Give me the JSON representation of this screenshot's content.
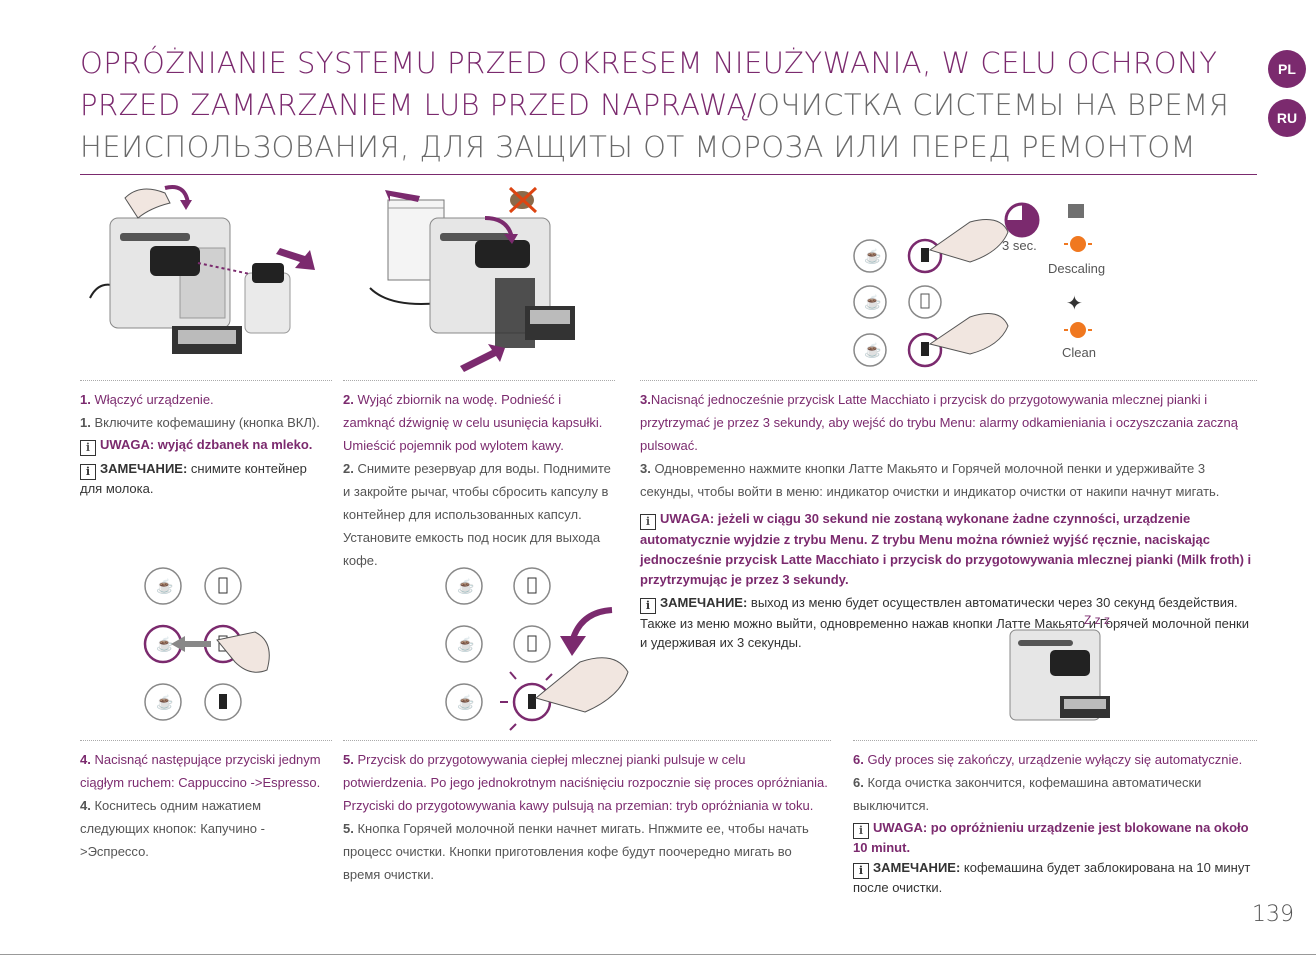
{
  "header": {
    "title_pl": "OPRÓŻNIANIE SYSTEMU PRZED OKRESEM NIEUŻYWANIA, W CELU OCHRONY PRZED ZAMARZANIEM LUB PRZED NAPRAWĄ/",
    "title_ru": "ОЧИСТКА СИСТЕМЫ НА ВРЕМЯ НЕИСПОЛЬЗОВАНИЯ, ДЛЯ ЗАЩИТЫ ОТ МОРОЗА ИЛИ ПЕРЕД РЕМОНТОМ",
    "badge_pl": "PL",
    "badge_ru": "RU"
  },
  "figures": {
    "timer_label": "3 sec.",
    "descaling_label": "Descaling",
    "clean_label": "Clean",
    "sleep_label": "Z z z"
  },
  "steps": {
    "s1": {
      "num_pl": "1.",
      "pl": " Włączyć urządzenie.",
      "num_ru": "1.",
      "ru": " Включите кофемашину (кнопка ВКЛ).",
      "warn_pl_label": "UWAGA:",
      "warn_pl": " wyjąć dzbanek na mleko.",
      "warn_ru_label": "ЗАМЕЧАНИЕ:",
      "warn_ru": " снимите контейнер для молока."
    },
    "s2": {
      "num_pl": "2.",
      "pl": " Wyjąć zbiornik na wodę. Podnieść i zamknąć dźwignię w celu usunięcia kapsułki. Umieścić pojemnik pod wylotem kawy.",
      "num_ru": "2.",
      "ru": " Снимите резервуар для воды. Поднимите и закройте рычаг, чтобы сбросить капсулу в контейнер для использованных капсул. Установите емкость под носик для выхода кофе."
    },
    "s3": {
      "num_pl": "3.",
      "pl": "Nacisnąć jednocześnie przycisk Latte Macchiato i przycisk do przygotowywania mlecznej pianki i przytrzymać je przez 3 sekundy, aby wejść do trybu Menu: alarmy odkamieniania i oczyszczania zaczną pulsować.",
      "num_ru": "3.",
      "ru": " Одновременно нажмите кнопки Латте Макьято и Горячей молочной пенки и удерживайте 3 секунды, чтобы войти в меню: индикатор очистки и индикатор очистки от накипи начнут мигать.",
      "warn_pl_label": "UWAGA:",
      "warn_pl": " jeżeli w ciągu 30 sekund nie zostaną wykonane żadne czynności, urządzenie automatycznie wyjdzie z trybu Menu. Z trybu Menu można również wyjść ręcznie, naciskając jednocześnie przycisk Latte Macchiato i przycisk do przygotowywania mlecznej pianki (Milk froth) i przytrzymując je przez 3 sekundy.",
      "warn_ru_label": "ЗАМЕЧАНИЕ:",
      "warn_ru": " выход из меню будет осуществлен автоматически через 30 секунд бездействия. Также из меню можно выйти, одновременно нажав кнопки Латте Макьято и Горячей молочной пенки и удерживая их 3 секунды."
    },
    "s4": {
      "num_pl": "4.",
      "pl": " Nacisnąć następujące przyciski jednym ciągłym ruchem: Cappuccino ->Espresso.",
      "num_ru": "4.",
      "ru": " Коснитесь одним нажатием следующих кнопок: Капучино ->Эспрессо."
    },
    "s5": {
      "num_pl": "5.",
      "pl": " Przycisk do przygotowywania ciepłej mlecznej pianki pulsuje w celu potwierdzenia. Po jego jednokrotnym naciśnięciu rozpocznie się proces opróżniania. Przyciski do przygotowywania kawy pulsują na przemian: tryb opróżniania w toku.",
      "num_ru": "5.",
      "ru": " Кнопка Горячей молочной пенки начнет мигать. Нпжмите ее, чтобы начать процесс очистки. Кнопки приготовления кофе будут поочередно мигать во время очистки."
    },
    "s6": {
      "num_pl": "6.",
      "pl": " Gdy proces się zakończy, urządzenie wyłączy się automatycznie.",
      "num_ru": "6.",
      "ru": " Когда очистка закончится, кофемашина автоматически выключится.",
      "warn_pl_label": "UWAGA:",
      "warn_pl": " po opróżnieniu urządzenie jest blokowane na około 10 minut.",
      "warn_ru_label": "ЗАМЕЧАНИЕ:",
      "warn_ru": " кофемашина будет заблокирована на 10 минут после очистки."
    }
  },
  "page_number": "139",
  "colors": {
    "accent": "#7b2a6e",
    "led": "#f07820"
  }
}
